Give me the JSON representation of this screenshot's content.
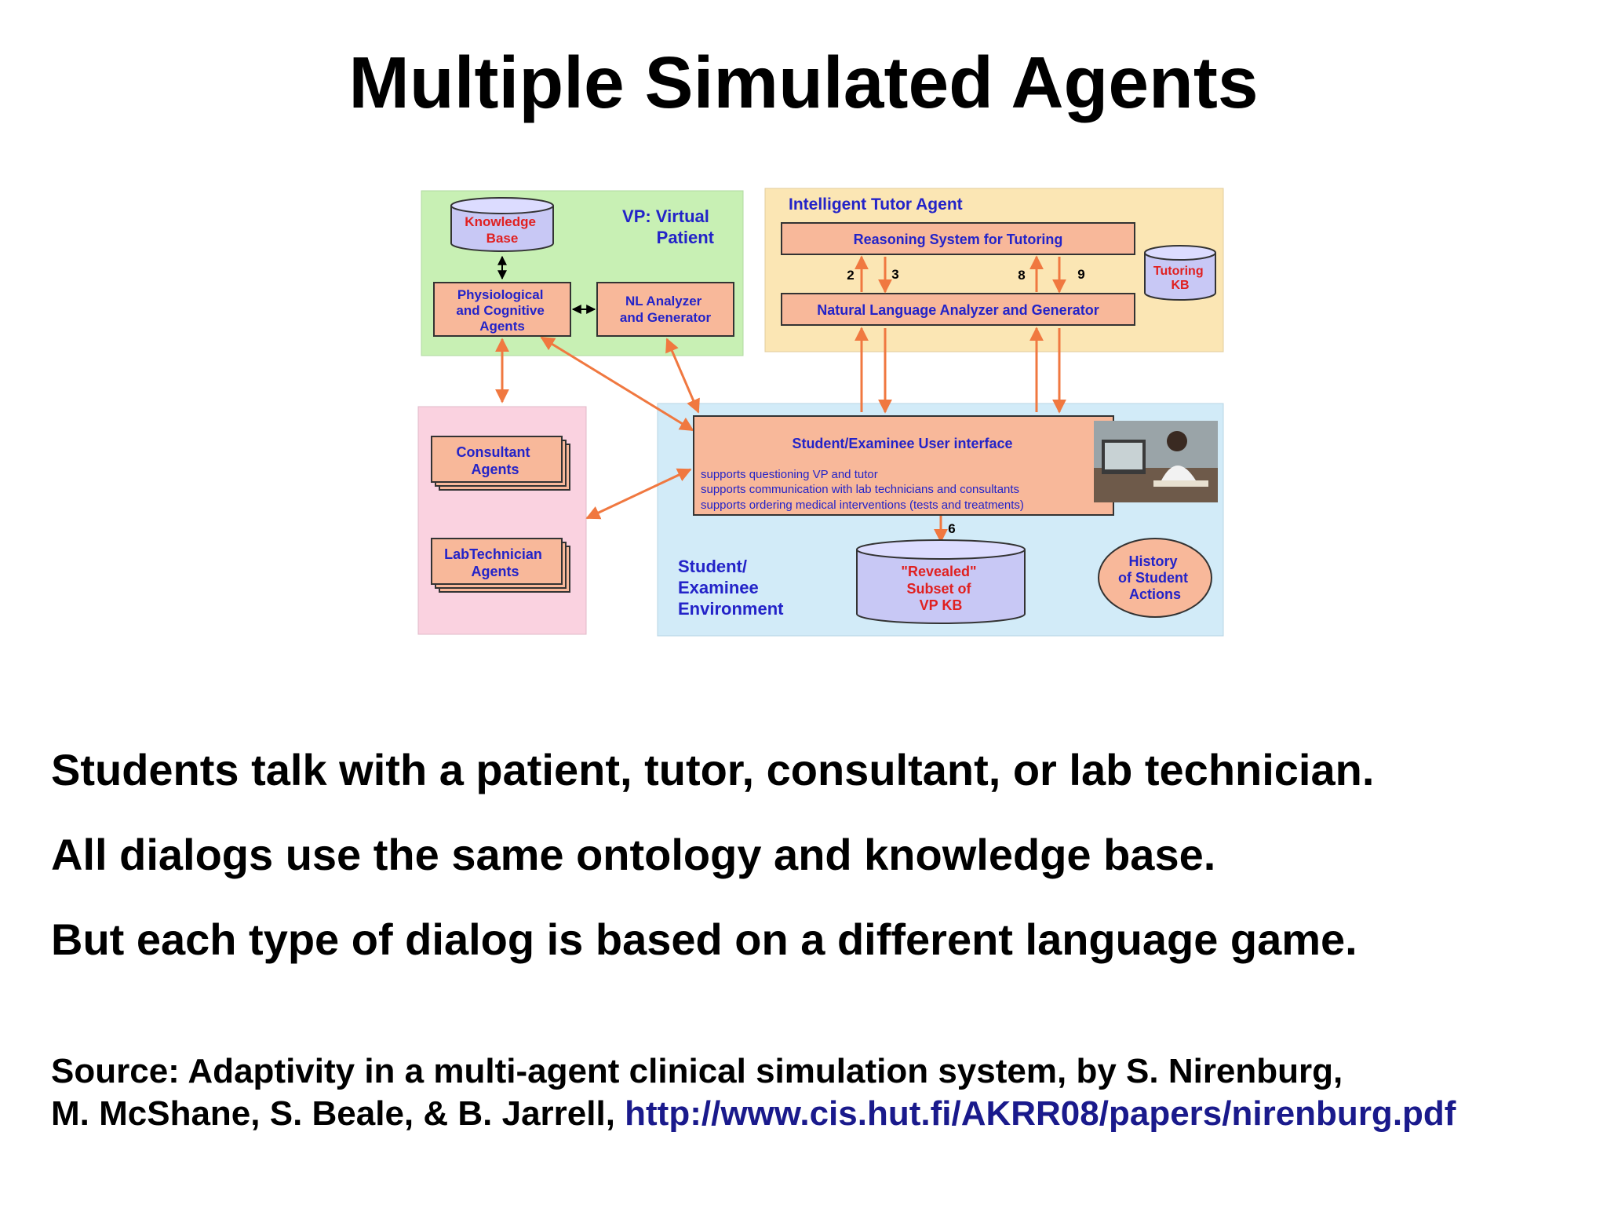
{
  "title": "Multiple Simulated Agents",
  "diagram": {
    "vp_label": [
      "VP: Virtual",
      "Patient"
    ],
    "knowledge_base": [
      "Knowledge",
      "Base"
    ],
    "phys_agents": [
      "Physiological",
      "and Cognitive",
      "Agents"
    ],
    "nl_analyzer_vp": [
      "NL Analyzer",
      "and Generator"
    ],
    "tutor_title": "Intelligent Tutor Agent",
    "reasoning": "Reasoning System for Tutoring",
    "tutoring_kb": [
      "Tutoring",
      "KB"
    ],
    "nl_analyzer_tutor": "Natural Language Analyzer and Generator",
    "arrow_nums": [
      "2",
      "3",
      "8",
      "9",
      "6"
    ],
    "consultant": [
      "Consultant",
      "Agents"
    ],
    "labtech": [
      "LabTechnician",
      "Agents"
    ],
    "ui_title": "Student/Examinee User interface",
    "ui_lines": [
      "supports questioning VP and tutor",
      "supports communication with lab technicians and consultants",
      "supports ordering medical interventions (tests and treatments)"
    ],
    "env_label": [
      "Student/",
      "Examinee",
      "Environment"
    ],
    "revealed": [
      "\"Revealed\"",
      "Subset of",
      "VP KB"
    ],
    "history": [
      "History",
      "of Student",
      "Actions"
    ]
  },
  "bullets": [
    "Students talk with a patient, tutor, consultant, or lab technician.",
    "All dialogs use the same ontology and knowledge base.",
    "But each type of dialog is based on a different language game."
  ],
  "source": {
    "line1": "Source:  Adaptivity in a multi-agent clinical simulation system, by S. Nirenburg,",
    "line2": "M. McShane, S. Beale, & B. Jarrell, ",
    "url": "http://www.cis.hut.fi/AKRR08/papers/nirenburg.pdf"
  },
  "colors": {
    "vp_panel": "#c8f0b4",
    "tutor_panel": "#fbe6b4",
    "agents_panel": "#fad2e0",
    "env_panel": "#d2ebf8",
    "box_fill": "#f8b89a",
    "cyl_fill": "#c8c8f5",
    "arrow": "#f07840",
    "blue_text": "#2323c8",
    "red_text": "#e02020"
  }
}
